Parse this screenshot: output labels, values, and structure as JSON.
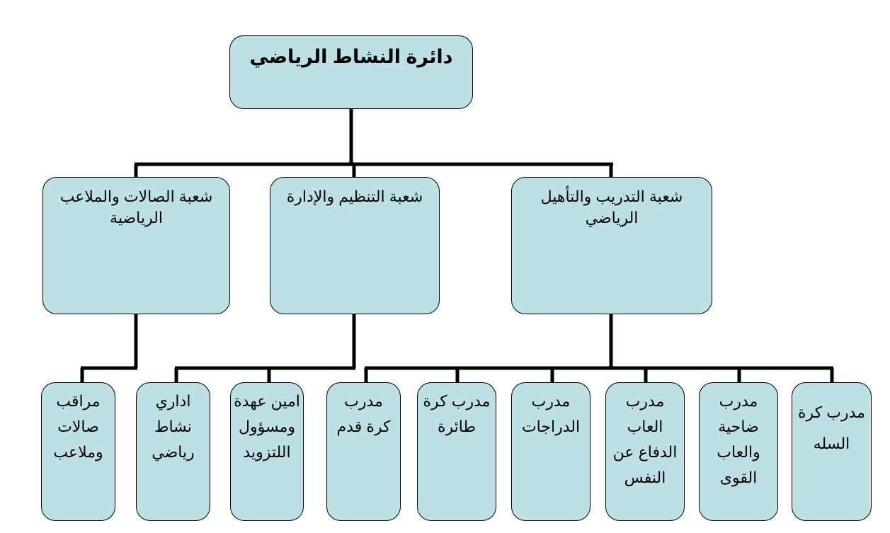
{
  "root": {
    "label": "دائرة النشاط الرياضي"
  },
  "branches": [
    {
      "label": "شعبة الصالات والملاعب\nالرياضية"
    },
    {
      "label": "شعبة التنظيم والإدارة"
    },
    {
      "label": "شعبة التدريب والتأهيل\nالرياضي"
    }
  ],
  "leaves": [
    {
      "label": "مراقب\nصالات\nوملاعب"
    },
    {
      "label": "اداري\nنشاط\nرياضي"
    },
    {
      "label": "امين عهدة\nومسؤول\nاللتزويد"
    },
    {
      "label": "مدرب\nكرة قدم"
    },
    {
      "label": "مدرب كرة\nطائرة"
    },
    {
      "label": "مدرب\nالدراجات"
    },
    {
      "label": "مدرب\nالعاب\nالدفاع عن\nالنفس"
    },
    {
      "label": "مدرب\nضاحية\nوالعاب\nالقوى"
    },
    {
      "label": "مدرب كرة\nالسله"
    }
  ],
  "colors": {
    "box_fill": "#bce0e4",
    "line": "#000000"
  }
}
